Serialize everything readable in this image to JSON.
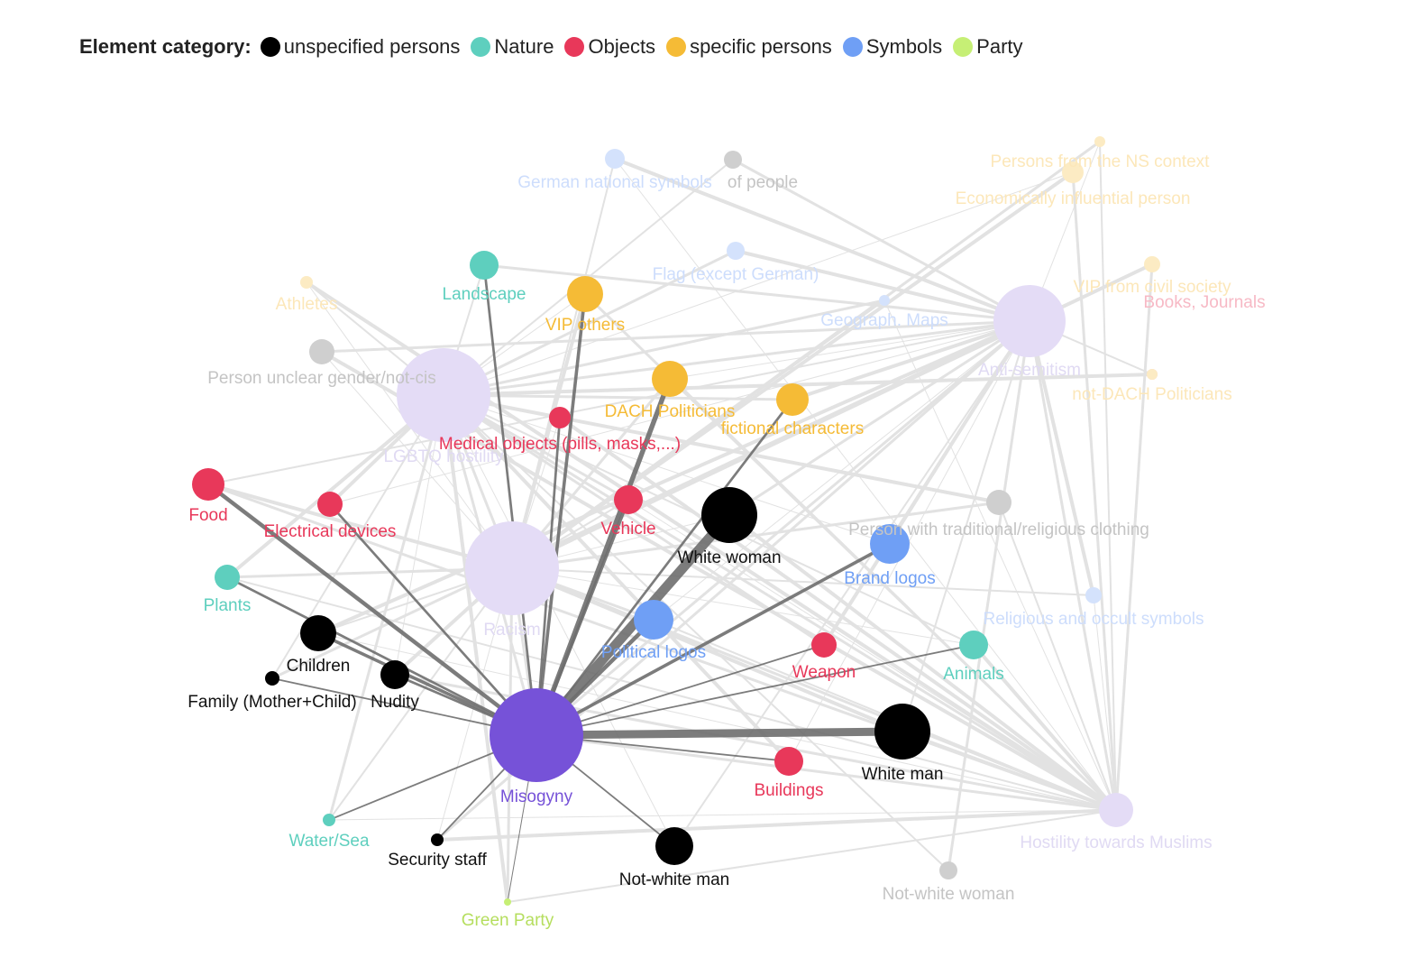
{
  "legend": {
    "title": "Element category:",
    "items": [
      {
        "key": "unspecified_persons",
        "label": "unspecified persons",
        "color": "#000000"
      },
      {
        "key": "nature",
        "label": "Nature",
        "color": "#5ecfbe"
      },
      {
        "key": "objects",
        "label": "Objects",
        "color": "#e8385a"
      },
      {
        "key": "specific_persons",
        "label": "specific persons",
        "color": "#f5bb36"
      },
      {
        "key": "symbols",
        "label": "Symbols",
        "color": "#6f9ff5"
      },
      {
        "key": "party",
        "label": "Party",
        "color": "#c6ef75"
      }
    ]
  },
  "colors": {
    "hub": "#7652d8",
    "hub_faded": "#e4dcf6",
    "grey_node": "#cfcfcf",
    "strong_edge": "#6e6e6e",
    "faint_edge": "#e2e2e2"
  },
  "graph": {
    "focus": "Misogyny",
    "hubs": [
      {
        "id": "misogyny",
        "label": "Misogyny",
        "active": true
      },
      {
        "id": "racism",
        "label": "Racism",
        "active": false
      },
      {
        "id": "lgbtq",
        "label": "LGBTQ hostility",
        "active": false
      },
      {
        "id": "antisemitism",
        "label": "Anti-semitism",
        "active": false
      },
      {
        "id": "muslims",
        "label": "Hostility towards Muslims",
        "active": false
      }
    ],
    "active_nodes": [
      {
        "id": "landscape",
        "label": "Landscape",
        "category": "nature",
        "weight": 3
      },
      {
        "id": "vip_others",
        "label": "VIP others",
        "category": "specific_persons",
        "weight": 4
      },
      {
        "id": "dach_politicians",
        "label": "DACH Politicians",
        "category": "specific_persons",
        "weight": 6
      },
      {
        "id": "fictional",
        "label": "fictional characters",
        "category": "specific_persons",
        "weight": 3
      },
      {
        "id": "medical",
        "label": "Medical objects (pills, masks,...)",
        "category": "objects",
        "weight": 3
      },
      {
        "id": "food",
        "label": "Food",
        "category": "objects",
        "weight": 5
      },
      {
        "id": "electrical",
        "label": "Electrical devices",
        "category": "objects",
        "weight": 3
      },
      {
        "id": "vehicle",
        "label": "Vehicle",
        "category": "objects",
        "weight": 4
      },
      {
        "id": "white_woman",
        "label": "White woman",
        "category": "unspecified_persons",
        "weight": 12
      },
      {
        "id": "brand_logos",
        "label": "Brand logos",
        "category": "symbols",
        "weight": 4
      },
      {
        "id": "plants",
        "label": "Plants",
        "category": "nature",
        "weight": 3
      },
      {
        "id": "children",
        "label": "Children",
        "category": "unspecified_persons",
        "weight": 4
      },
      {
        "id": "family",
        "label": "Family (Mother+Child)",
        "category": "unspecified_persons",
        "weight": 2
      },
      {
        "id": "nudity",
        "label": "Nudity",
        "category": "unspecified_persons",
        "weight": 3
      },
      {
        "id": "political_logos",
        "label": "Political logos",
        "category": "symbols",
        "weight": 5
      },
      {
        "id": "weapon",
        "label": "Weapon",
        "category": "objects",
        "weight": 2
      },
      {
        "id": "animals",
        "label": "Animals",
        "category": "nature",
        "weight": 2
      },
      {
        "id": "white_man",
        "label": "White man",
        "category": "unspecified_persons",
        "weight": 10
      },
      {
        "id": "buildings",
        "label": "Buildings",
        "category": "objects",
        "weight": 2
      },
      {
        "id": "water_sea",
        "label": "Water/Sea",
        "category": "nature",
        "weight": 2
      },
      {
        "id": "security_staff",
        "label": "Security staff",
        "category": "unspecified_persons",
        "weight": 2
      },
      {
        "id": "not_white_man",
        "label": "Not-white man",
        "category": "unspecified_persons",
        "weight": 2
      },
      {
        "id": "green_party",
        "label": "Green Party",
        "category": "party",
        "weight": 1
      }
    ],
    "faded_nodes": [
      {
        "id": "german_symbols",
        "label": "German national symbols",
        "category": "symbols"
      },
      {
        "id": "group_people",
        "label": "of people",
        "category": "unspecified_persons"
      },
      {
        "id": "ns_context",
        "label": "Persons from the NS context",
        "category": "specific_persons"
      },
      {
        "id": "economic",
        "label": "Economically influential person",
        "category": "specific_persons"
      },
      {
        "id": "flag",
        "label": "Flag (except German)",
        "category": "symbols"
      },
      {
        "id": "athletes",
        "label": "Athletes",
        "category": "specific_persons"
      },
      {
        "id": "vip_civil",
        "label": "VIP from civil society",
        "category": "specific_persons"
      },
      {
        "id": "books",
        "label": "Books, Journals",
        "category": "objects"
      },
      {
        "id": "maps",
        "label": "Geograph. Maps",
        "category": "symbols"
      },
      {
        "id": "unclear_gender",
        "label": "Person unclear gender/not-cis",
        "category": "unspecified_persons"
      },
      {
        "id": "not_dach",
        "label": "not-DACH Politicians",
        "category": "specific_persons"
      },
      {
        "id": "religious_clothing",
        "label": "Person with traditional/religious clothing",
        "category": "unspecified_persons"
      },
      {
        "id": "religious_symbols",
        "label": "Religious and occult symbols",
        "category": "symbols"
      },
      {
        "id": "not_white_woman",
        "label": "Not-white woman",
        "category": "unspecified_persons"
      }
    ]
  }
}
